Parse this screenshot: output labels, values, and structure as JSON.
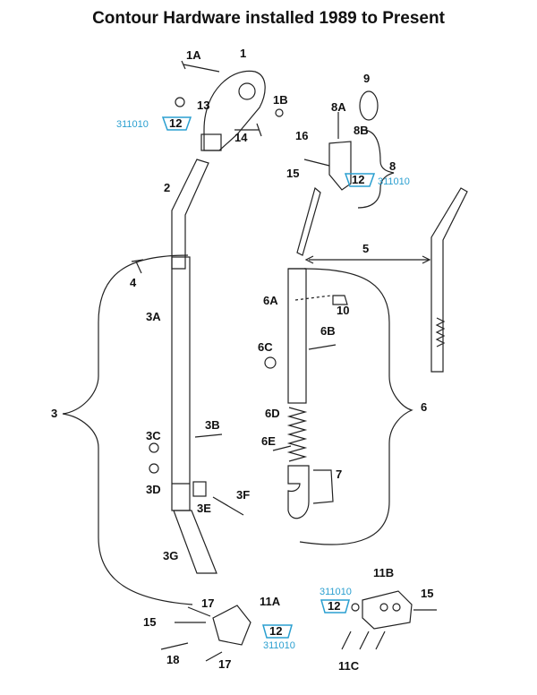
{
  "title": "Contour Hardware installed 1989 to Present",
  "labels": {
    "l1A": "1A",
    "l1": "1",
    "l1B": "1B",
    "l13": "13",
    "l14": "14",
    "l2": "2",
    "l9": "9",
    "l8A": "8A",
    "l8B": "8B",
    "l16": "16",
    "l15a": "15",
    "l8": "8",
    "l5": "5",
    "l4": "4",
    "l3A": "3A",
    "l6A": "6A",
    "l10": "10",
    "l6C": "6C",
    "l6B": "6B",
    "l3": "3",
    "l6": "6",
    "l6D": "6D",
    "l3B": "3B",
    "l3C": "3C",
    "l6E": "6E",
    "l7": "7",
    "l3D": "3D",
    "l3F": "3F",
    "l3E": "3E",
    "l3G": "3G",
    "l17a": "17",
    "l11A": "11A",
    "l15b": "15",
    "l18": "18",
    "l17b": "17",
    "l11B": "11B",
    "l15c": "15",
    "l11C": "11C"
  },
  "kits": [
    {
      "part": "311010",
      "qty": "12"
    },
    {
      "part": "311010",
      "qty": "12"
    },
    {
      "part": "311010",
      "qty": "12"
    },
    {
      "part": "311010",
      "qty": "12"
    }
  ],
  "colors": {
    "part_number": "#2a9fd0",
    "line": "#222222"
  }
}
